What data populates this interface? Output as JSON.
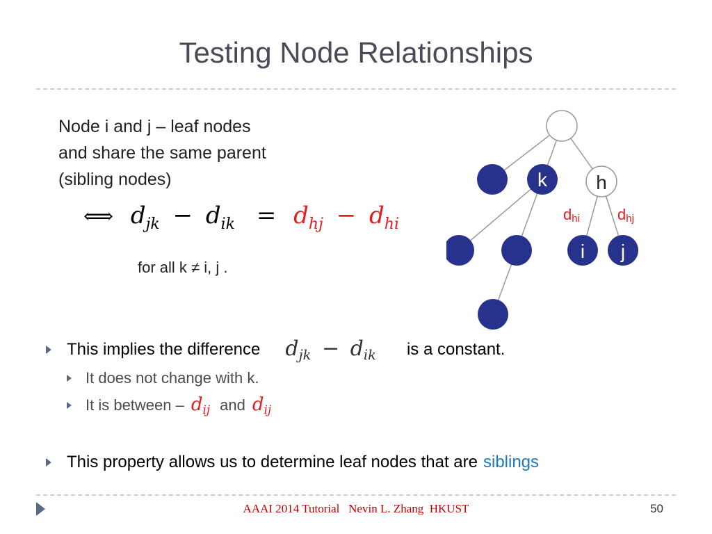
{
  "slide": {
    "title": "Testing Node Relationships"
  },
  "figure": {
    "lines": [
      "Node i and j – leaf nodes",
      "and share the same parent",
      "(sibling nodes)"
    ],
    "equation": {
      "arrow": "⟺",
      "t1_base": "d",
      "t1_sub": "jk",
      "minus1": "−",
      "t2_base": "d",
      "t2_sub": "ik",
      "equals": "=",
      "t3_base": "d",
      "t3_sub": "hj",
      "minus2": "−",
      "t4_base": "d",
      "t4_sub": "hi"
    },
    "forall": "for all k ≠ i, j .",
    "tree": {
      "node_k": "k",
      "node_h": "h",
      "node_i": "i",
      "node_j": "j",
      "label_dhi_base": "d",
      "label_dhi_sub": "hi",
      "label_dhj_base": "d",
      "label_dhj_sub": "hj",
      "node_color": "#26328c",
      "label_color": "#e02020"
    }
  },
  "bullets": {
    "b1_before": "This implies the difference",
    "b1_math_a_base": "d",
    "b1_math_a_sub": "jk",
    "b1_math_minus": "−",
    "b1_math_b_base": "d",
    "b1_math_b_sub": "ik",
    "b1_after": "is a constant.",
    "s1": "It does not change with k.",
    "s2_before": "It is between –",
    "s2_math1_base": "d",
    "s2_math1_sub": "ij",
    "s2_and": "and",
    "s2_math2_base": "d",
    "s2_math2_sub": "ij",
    "b2_before": "This property allows us to determine leaf nodes that are",
    "b2_accent": "siblings"
  },
  "footer": {
    "text": "AAAI 2014 Tutorial   Nevin L. Zhang  HKUST",
    "page": "50"
  },
  "colors": {
    "title": "#4a4a58",
    "accent_blue": "#1f7ab8",
    "red": "#e02020",
    "bullet_marker": "#5a6a80"
  }
}
